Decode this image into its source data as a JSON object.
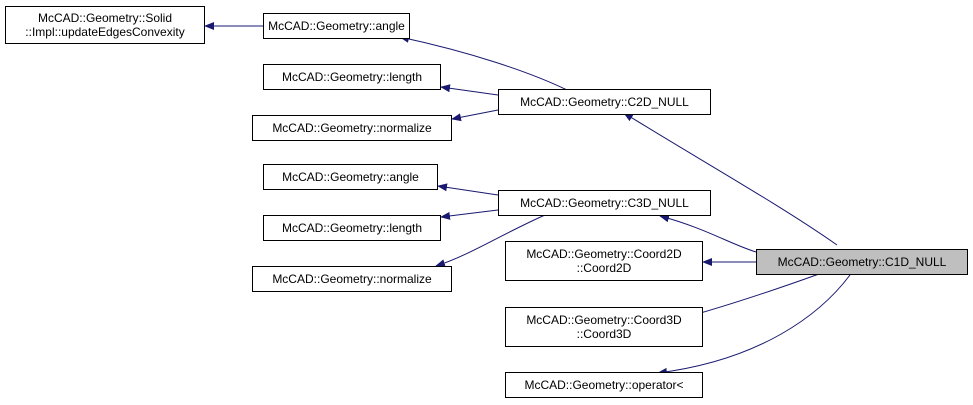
{
  "graph": {
    "nodes": {
      "update_edges_convexity": {
        "line1": "McCAD::Geometry::Solid",
        "line2": "::Impl::updateEdgesConvexity"
      },
      "angle_1": {
        "label": "McCAD::Geometry::angle"
      },
      "length_1": {
        "label": "McCAD::Geometry::length"
      },
      "normalize_1": {
        "label": "McCAD::Geometry::normalize"
      },
      "c2d_null": {
        "label": "McCAD::Geometry::C2D_NULL"
      },
      "angle_2": {
        "label": "McCAD::Geometry::angle"
      },
      "length_2": {
        "label": "McCAD::Geometry::length"
      },
      "normalize_2": {
        "label": "McCAD::Geometry::normalize"
      },
      "c3d_null": {
        "label": "McCAD::Geometry::C3D_NULL"
      },
      "coord2d": {
        "line1": "McCAD::Geometry::Coord2D",
        "line2": "::Coord2D"
      },
      "c1d_null": {
        "label": "McCAD::Geometry::C1D_NULL"
      },
      "coord3d": {
        "line1": "McCAD::Geometry::Coord3D",
        "line2": "::Coord3D"
      },
      "operator_lt": {
        "label": "McCAD::Geometry::operator<"
      }
    },
    "colors": {
      "edge": "#191970",
      "node_border": "#000000",
      "node_fill": "#ffffff",
      "focus_fill": "#bfbfbf"
    }
  }
}
